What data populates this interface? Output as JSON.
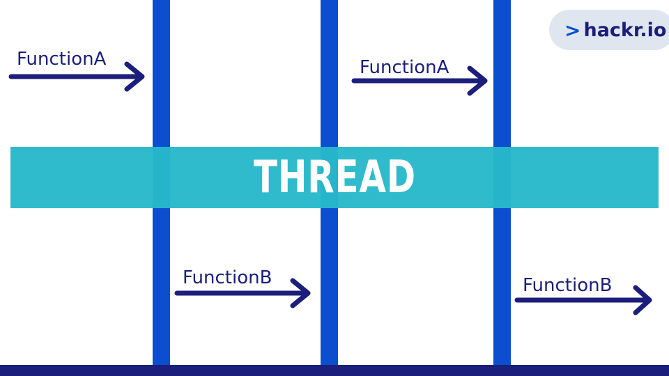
{
  "brand": {
    "prefix": ">",
    "name": "hackr.io"
  },
  "band": {
    "title": "THREAD"
  },
  "functions": [
    {
      "label": "FunctionA"
    },
    {
      "label": "FunctionA"
    },
    {
      "label": "FunctionB"
    },
    {
      "label": "FunctionB"
    }
  ],
  "colors": {
    "vertical_bar": "#0b4fcf",
    "band": "#27b8ca",
    "arrow": "#1b1e7a",
    "bottom_strip": "#1b1e7a"
  }
}
